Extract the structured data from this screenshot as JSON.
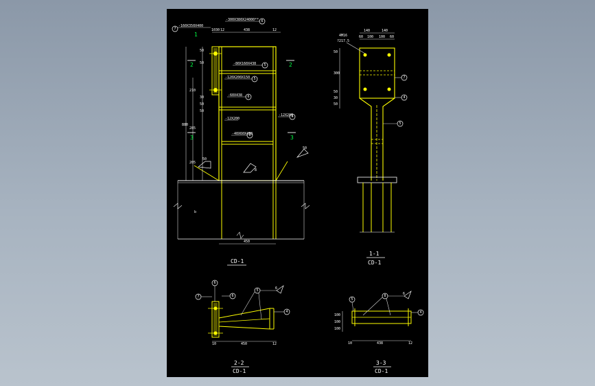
{
  "views": {
    "elevation": {
      "title": "CD-1",
      "top_note": "-300X380X24000**",
      "left_note": "-160X350X400",
      "plate_notes": [
        "-80X160X438",
        "-120X200X150",
        "-60X438",
        "-12X200",
        "-40X60X438",
        "-12X200"
      ],
      "dims_top": [
        "10",
        "30",
        "12",
        "438",
        "12"
      ],
      "dims_left": [
        "50",
        "50",
        "210",
        "30",
        "50",
        "50",
        "285",
        "880",
        "205"
      ],
      "dim_bottom": "450",
      "section_mark": "2",
      "section_mark_lower": "3",
      "weld": "50",
      "weld_tag": "8",
      "ground_mark": "b"
    },
    "section11": {
      "title": "1-1",
      "ref": "CD-1",
      "bolt_note": "4M16",
      "bolt_note2": "?217.5",
      "dims_top": [
        "140",
        "140"
      ],
      "dims_top2": [
        "60",
        "100",
        "100",
        "60"
      ],
      "dims_left": [
        "50",
        "300",
        "50",
        "30",
        "50"
      ]
    },
    "section22": {
      "title": "2-2",
      "ref": "CD-1",
      "dim_main": "450",
      "dim_small": "10",
      "dim_end": "12",
      "weld_tag": "6"
    },
    "section33": {
      "title": "3-3",
      "ref": "CD-1",
      "dim_main": "438",
      "dim_left": "10",
      "dim_right": "12",
      "dims_vert": [
        "100",
        "100",
        "100"
      ],
      "weld_tag": "6"
    }
  },
  "balloons": [
    "7",
    "6",
    "5",
    "4",
    "3",
    "2",
    "1",
    "8"
  ]
}
